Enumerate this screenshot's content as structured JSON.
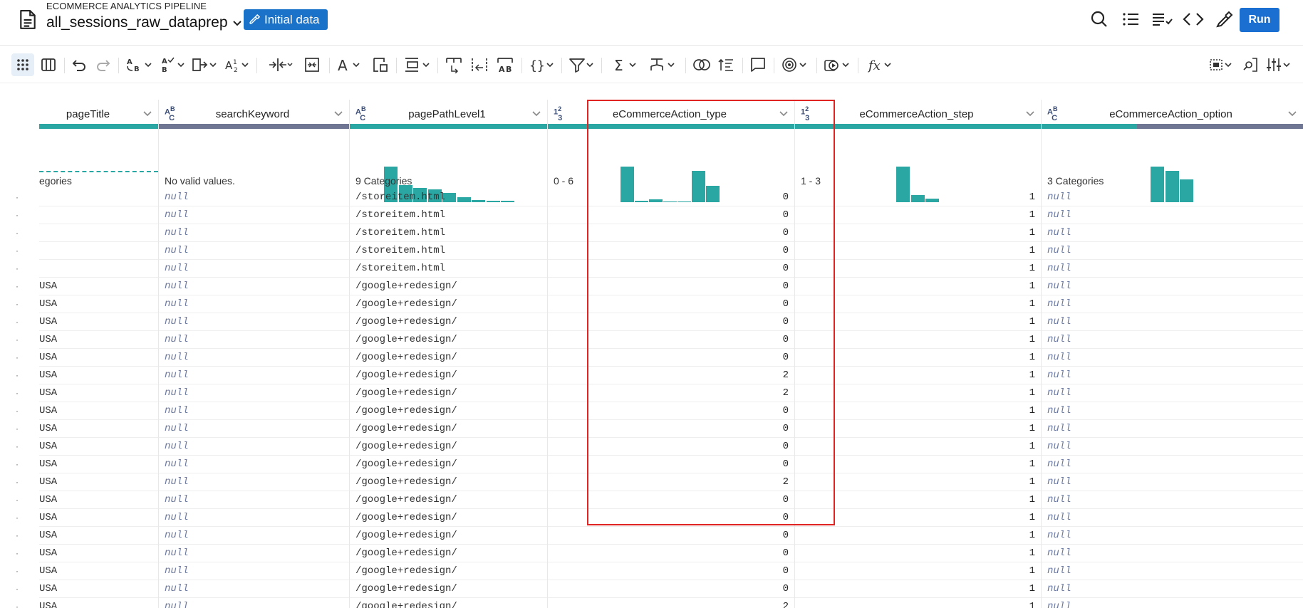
{
  "header": {
    "breadcrumb": "ECOMMERCE ANALYTICS PIPELINE",
    "title": "all_sessions_raw_dataprep",
    "chip_label": "Initial data",
    "run_label": "Run"
  },
  "colors": {
    "accent": "#1a73c9",
    "teal": "#2aa7a3",
    "highlight": "#e02424",
    "null_text": "#6c7aa0"
  },
  "toolbar": {
    "icons": [
      "grid-icon",
      "columns-icon",
      "undo-icon",
      "redo-icon",
      "replace-text-icon",
      "sort-text-icon",
      "split-icon",
      "format-number-icon",
      "move-column-icon",
      "merge-column-icon",
      "text-format-icon",
      "transform-icon",
      "row-icon",
      "nest-icon",
      "unnest-icon",
      "split-text-icon",
      "json-icon",
      "filter-icon",
      "aggregate-icon",
      "pivot-icon",
      "join-icon",
      "sort-icon",
      "comment-icon",
      "target-icon",
      "macro-icon",
      "formula-icon",
      "select-icon",
      "search-column-icon",
      "settings-icon"
    ]
  },
  "columns": {
    "pageTitle": {
      "name": "pageTitle",
      "stat": "egories"
    },
    "searchKeyword": {
      "name": "searchKeyword",
      "type": "ABC",
      "stat": "No valid values."
    },
    "pagePathLevel1": {
      "name": "pagePathLevel1",
      "type": "ABC",
      "stat": "9 Categories"
    },
    "eCommerceAction_type": {
      "name": "eCommerceAction_type",
      "type": "123",
      "stat": "0 - 6"
    },
    "eCommerceAction_step": {
      "name": "eCommerceAction_step",
      "type": "123",
      "stat": "1 - 3"
    },
    "eCommerceAction_option": {
      "name": "eCommerceAction_option",
      "type": "ABC",
      "stat": "3 Categories"
    }
  },
  "hist": {
    "pagePathLevel1": [
      1.0,
      0.48,
      0.4,
      0.36,
      0.25,
      0.14,
      0.05,
      0.04,
      0.04
    ],
    "eCommerceAction_type": [
      1.0,
      0.03,
      0.08,
      0.01,
      0.01,
      0.88,
      0.46
    ],
    "eCommerceAction_step": [
      1.0,
      0.2,
      0.1
    ],
    "eCommerceAction_option": [
      1.0,
      0.88,
      0.63
    ]
  },
  "rows": [
    {
      "title": "",
      "keyword": "null",
      "path": "/storeitem.html",
      "type": "0",
      "step": "1",
      "option": "null"
    },
    {
      "title": "",
      "keyword": "null",
      "path": "/storeitem.html",
      "type": "0",
      "step": "1",
      "option": "null"
    },
    {
      "title": "",
      "keyword": "null",
      "path": "/storeitem.html",
      "type": "0",
      "step": "1",
      "option": "null"
    },
    {
      "title": "",
      "keyword": "null",
      "path": "/storeitem.html",
      "type": "0",
      "step": "1",
      "option": "null"
    },
    {
      "title": "",
      "keyword": "null",
      "path": "/storeitem.html",
      "type": "0",
      "step": "1",
      "option": "null"
    },
    {
      "title": "USA",
      "keyword": "null",
      "path": "/google+redesign/",
      "type": "0",
      "step": "1",
      "option": "null"
    },
    {
      "title": "USA",
      "keyword": "null",
      "path": "/google+redesign/",
      "type": "0",
      "step": "1",
      "option": "null"
    },
    {
      "title": "USA",
      "keyword": "null",
      "path": "/google+redesign/",
      "type": "0",
      "step": "1",
      "option": "null"
    },
    {
      "title": "USA",
      "keyword": "null",
      "path": "/google+redesign/",
      "type": "0",
      "step": "1",
      "option": "null"
    },
    {
      "title": "USA",
      "keyword": "null",
      "path": "/google+redesign/",
      "type": "0",
      "step": "1",
      "option": "null"
    },
    {
      "title": "USA",
      "keyword": "null",
      "path": "/google+redesign/",
      "type": "2",
      "step": "1",
      "option": "null"
    },
    {
      "title": "USA",
      "keyword": "null",
      "path": "/google+redesign/",
      "type": "2",
      "step": "1",
      "option": "null"
    },
    {
      "title": "USA",
      "keyword": "null",
      "path": "/google+redesign/",
      "type": "0",
      "step": "1",
      "option": "null"
    },
    {
      "title": "USA",
      "keyword": "null",
      "path": "/google+redesign/",
      "type": "0",
      "step": "1",
      "option": "null"
    },
    {
      "title": "USA",
      "keyword": "null",
      "path": "/google+redesign/",
      "type": "0",
      "step": "1",
      "option": "null"
    },
    {
      "title": "USA",
      "keyword": "null",
      "path": "/google+redesign/",
      "type": "0",
      "step": "1",
      "option": "null"
    },
    {
      "title": "USA",
      "keyword": "null",
      "path": "/google+redesign/",
      "type": "2",
      "step": "1",
      "option": "null"
    },
    {
      "title": "USA",
      "keyword": "null",
      "path": "/google+redesign/",
      "type": "0",
      "step": "1",
      "option": "null"
    },
    {
      "title": "USA",
      "keyword": "null",
      "path": "/google+redesign/",
      "type": "0",
      "step": "1",
      "option": "null"
    },
    {
      "title": "USA",
      "keyword": "null",
      "path": "/google+redesign/",
      "type": "0",
      "step": "1",
      "option": "null"
    },
    {
      "title": "USA",
      "keyword": "null",
      "path": "/google+redesign/",
      "type": "0",
      "step": "1",
      "option": "null"
    },
    {
      "title": "USA",
      "keyword": "null",
      "path": "/google+redesign/",
      "type": "0",
      "step": "1",
      "option": "null"
    },
    {
      "title": "USA",
      "keyword": "null",
      "path": "/google+redesign/",
      "type": "0",
      "step": "1",
      "option": "null"
    },
    {
      "title": "USA",
      "keyword": "null",
      "path": "/google+redesign/",
      "type": "2",
      "step": "1",
      "option": "null"
    }
  ]
}
